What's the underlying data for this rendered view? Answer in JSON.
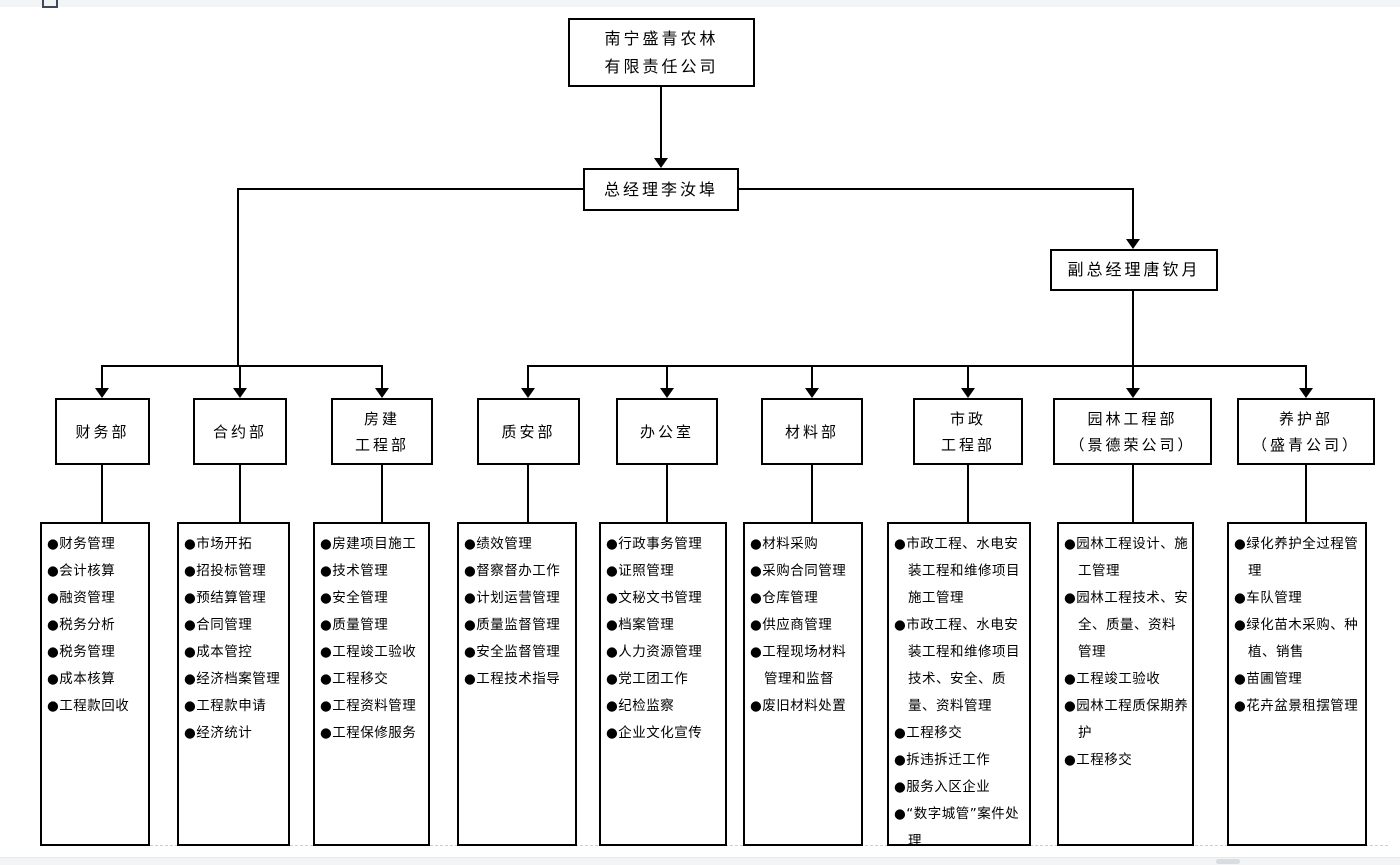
{
  "org": {
    "root": {
      "line1": "南宁盛青农林",
      "line2": "有限责任公司"
    },
    "gm": {
      "label": "总经理李汝埠"
    },
    "dgm": {
      "label": "副总经理唐钦月"
    },
    "departments": [
      {
        "id": "finance",
        "name_lines": [
          "财务部"
        ],
        "duties": [
          "财务管理",
          "会计核算",
          "融资管理",
          "税务分析",
          "税务管理",
          "成本核算",
          "工程款回收"
        ]
      },
      {
        "id": "contracts",
        "name_lines": [
          "合约部"
        ],
        "duties": [
          "市场开拓",
          "招投标管理",
          "预结算管理",
          "合同管理",
          "成本管控",
          "经济档案管理",
          "工程款申请",
          "经济统计"
        ]
      },
      {
        "id": "housing-construction",
        "name_lines": [
          "房建",
          "工程部"
        ],
        "duties": [
          "房建项目施工",
          "技术管理",
          "安全管理",
          "质量管理",
          "工程竣工验收",
          "工程移交",
          "工程资料管理",
          "工程保修服务"
        ]
      },
      {
        "id": "quality-safety",
        "name_lines": [
          "质安部"
        ],
        "duties": [
          "绩效管理",
          "督察督办工作",
          "计划运营管理",
          "质量监督管理",
          "安全监督管理",
          "工程技术指导"
        ]
      },
      {
        "id": "office",
        "name_lines": [
          "办公室"
        ],
        "duties": [
          "行政事务管理",
          "证照管理",
          "文秘文书管理",
          "档案管理",
          "人力资源管理",
          "党工团工作",
          "纪检监察",
          "企业文化宣传"
        ]
      },
      {
        "id": "materials",
        "name_lines": [
          "材料部"
        ],
        "duties": [
          "材料采购",
          "采购合同管理",
          "仓库管理",
          "供应商管理",
          "工程现场材料管理和监督",
          "废旧材料处置"
        ]
      },
      {
        "id": "municipal-engineering",
        "name_lines": [
          "市政",
          "工程部"
        ],
        "duties": [
          "市政工程、水电安装工程和维修项目施工管理",
          "市政工程、水电安装工程和维修项目技术、安全、质量、资料管理",
          "工程移交",
          "拆违拆迁工作",
          "服务入区企业",
          "“数字城管”案件处理"
        ]
      },
      {
        "id": "landscape-engineering",
        "name_lines": [
          "园林工程部",
          "（景德荣公司）"
        ],
        "duties": [
          "园林工程设计、施工管理",
          "园林工程技术、安全、质量、资料管理",
          "工程竣工验收",
          "园林工程质保期养护",
          "工程移交"
        ]
      },
      {
        "id": "maintenance",
        "name_lines": [
          "养护部",
          "（盛青公司）"
        ],
        "duties": [
          "绿化养护全过程管理",
          "车队管理",
          "绿化苗木采购、种植、销售",
          "苗圃管理",
          "花卉盆景租摆管理"
        ]
      }
    ]
  },
  "bullet_glyph": "●",
  "colors": {
    "line": "#000000",
    "box_border": "#000000",
    "background": "#ffffff",
    "chrome_strip": "#f3f4f6"
  }
}
